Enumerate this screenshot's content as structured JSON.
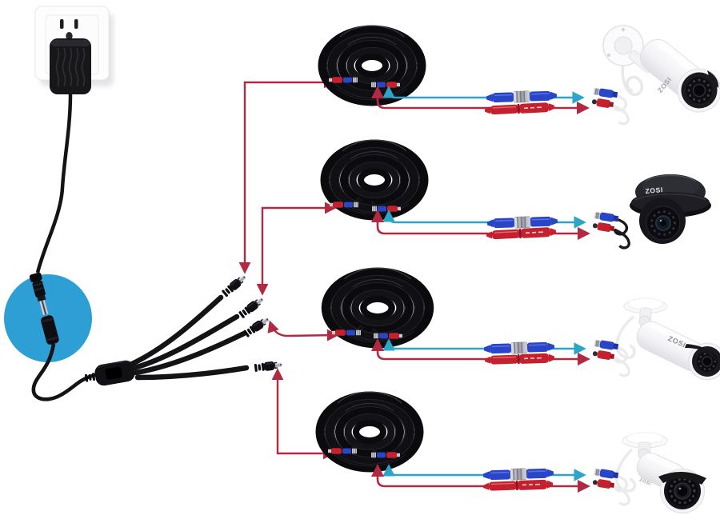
{
  "brand": "ZOSI",
  "colors": {
    "background": "#ffffff",
    "power_line": "#b12a42",
    "video_line": "#2ba5c8",
    "highlight_circle": "#2d9fd4",
    "connector_red": "#c4202d",
    "connector_blue": "#2a46c8",
    "cable_black": "#141416"
  },
  "power_chain": {
    "outlet": "wall outlet",
    "adapter": "black power adapter",
    "splitter_outputs": 4
  },
  "cables": {
    "count": 4,
    "kind": "coiled siamese BNC video + DC power cable"
  },
  "couplers": {
    "video": "blue BNC coupler",
    "power": "red DC power coupler"
  },
  "cameras": [
    {
      "label": "ZOSI",
      "type": "bullet",
      "finish": "white",
      "mount": "wall"
    },
    {
      "label": "ZOSI",
      "type": "dome",
      "finish": "black",
      "mount": "surface"
    },
    {
      "label": "ZOSI",
      "type": "bullet",
      "finish": "white",
      "mount": "ceiling"
    },
    {
      "label": "ZOSI",
      "type": "bullet",
      "finish": "white",
      "mount": "ceiling"
    }
  ]
}
